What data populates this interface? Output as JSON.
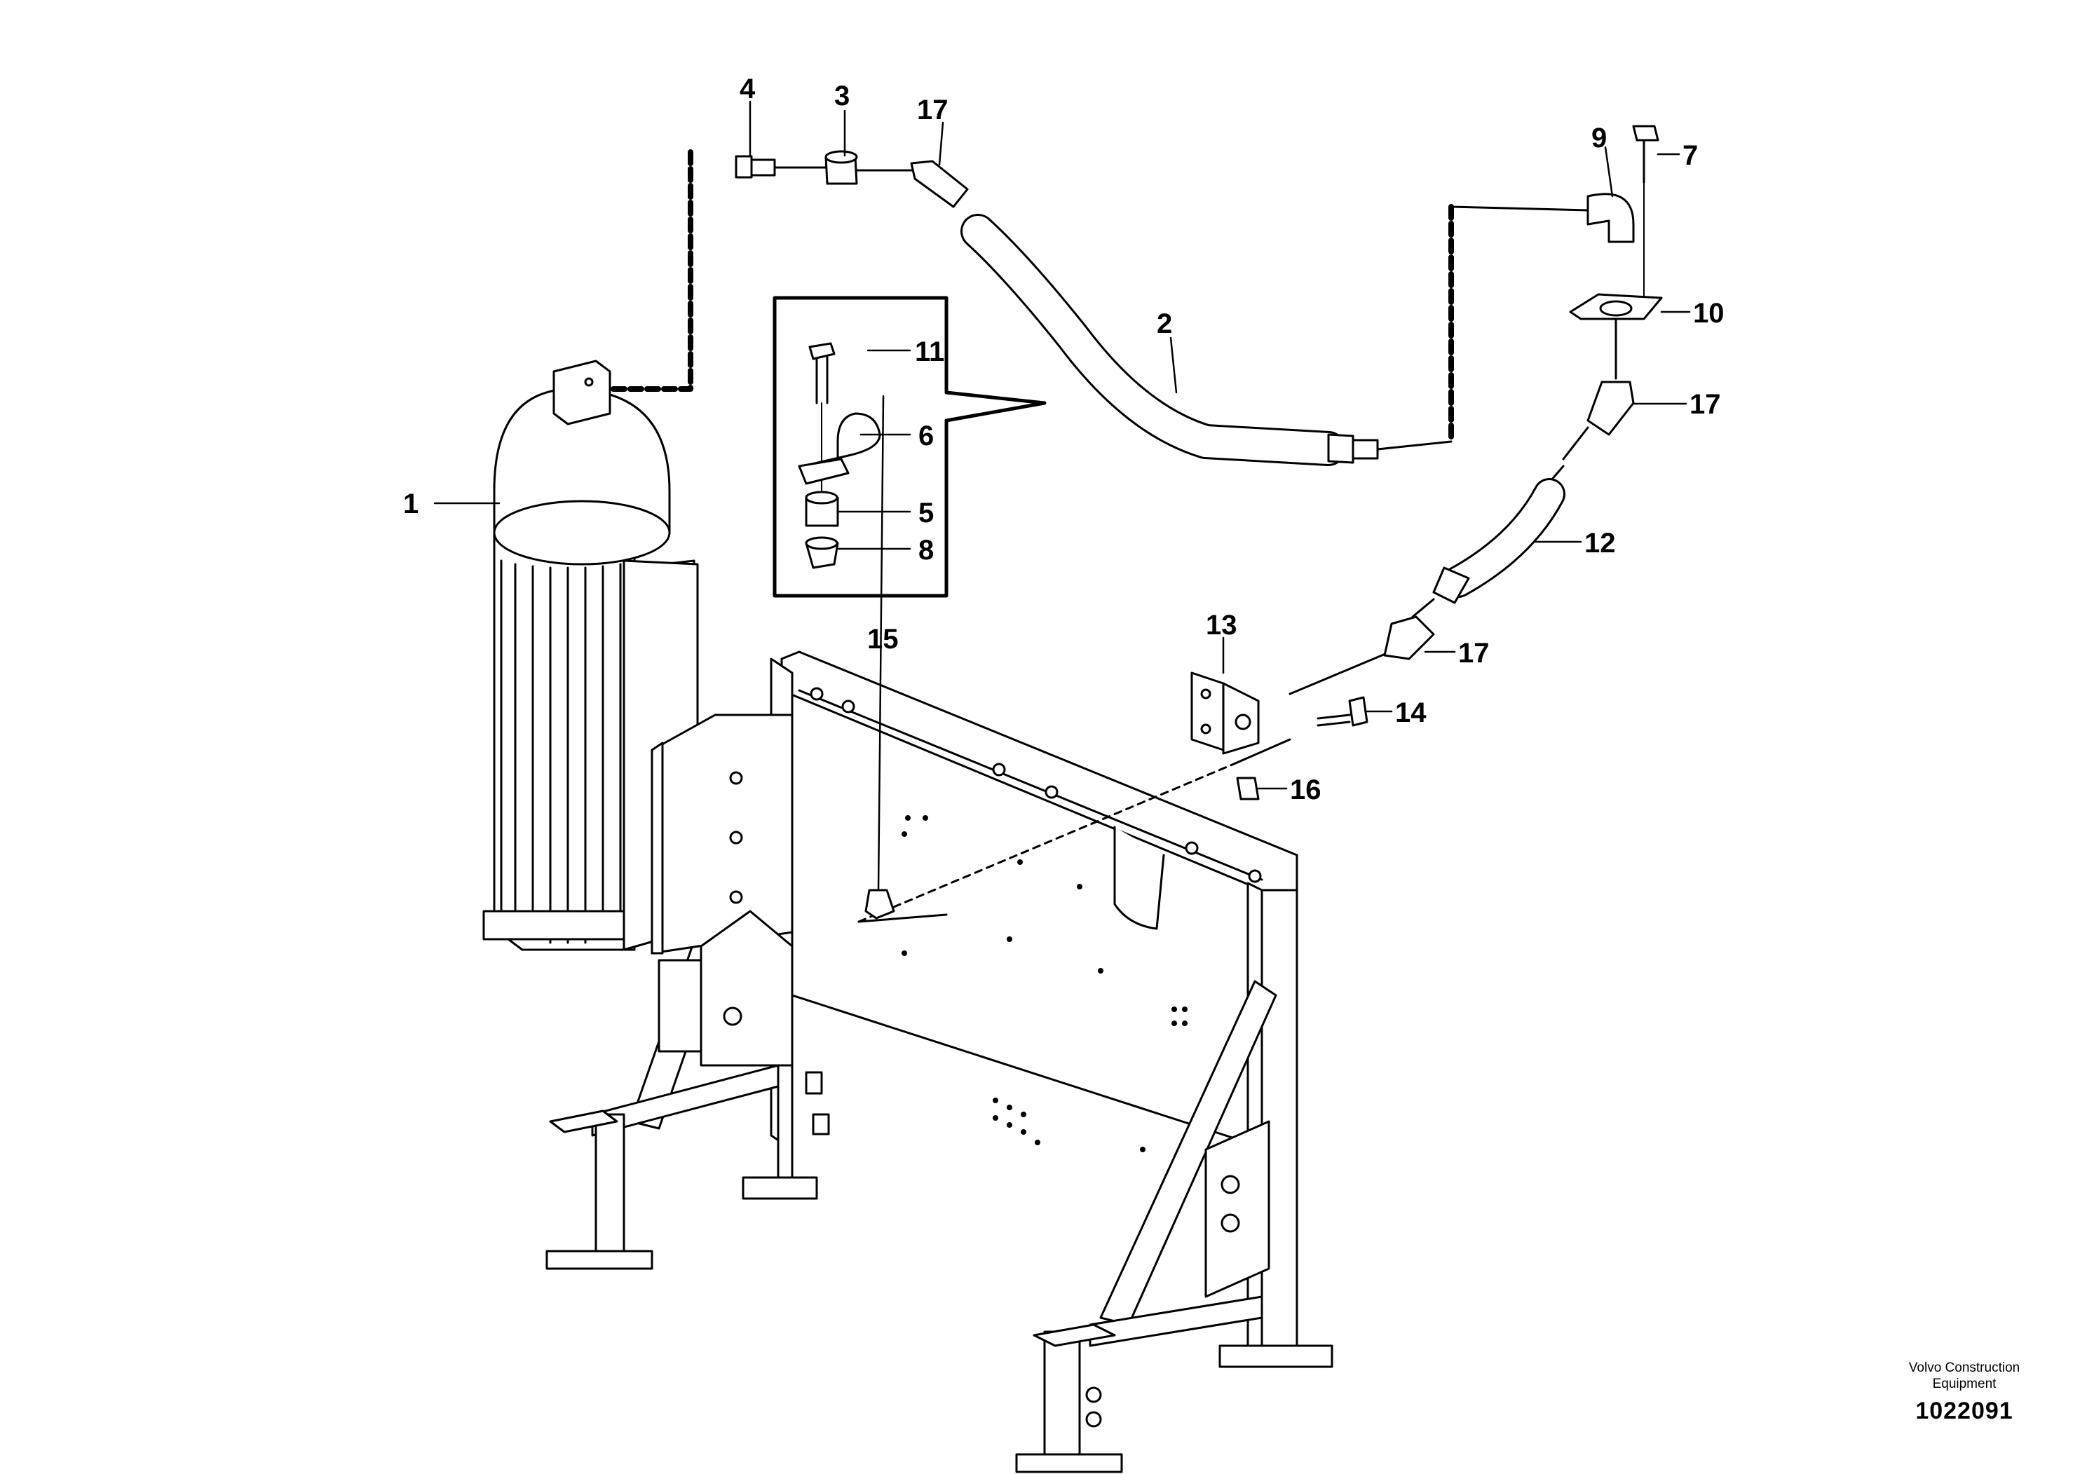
{
  "callouts": {
    "c1": "1",
    "c2": "2",
    "c3": "3",
    "c4": "4",
    "c5": "5",
    "c6": "6",
    "c7": "7",
    "c8": "8",
    "c9": "9",
    "c10": "10",
    "c11": "11",
    "c12": "12",
    "c13": "13",
    "c14": "14",
    "c15": "15",
    "c16": "16",
    "c17a": "17",
    "c17b": "17",
    "c17c": "17"
  },
  "footer": {
    "brand": "Volvo Construction Equipment",
    "drawing_number": "1022091"
  },
  "colors": {
    "line": "#000000",
    "fill": "#ffffff"
  }
}
